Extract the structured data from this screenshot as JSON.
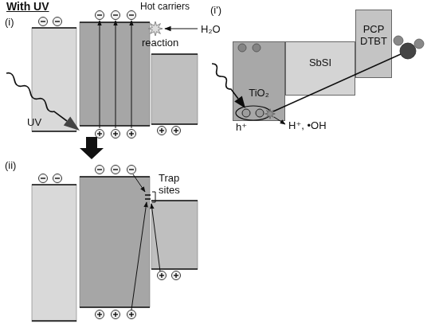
{
  "diagram": {
    "title": "With UV",
    "nodes": [
      {
        "text": [
          "TiO₂"
        ]
      },
      {
        "text": [
          "SbSI"
        ]
      },
      {
        "text": [
          "PCP DTBT"
        ]
      }
    ],
    "labels": [
      "(i)",
      "Hot carriers",
      "reaction",
      "H₂O",
      "UV",
      "(ii)",
      "Trap sites",
      "(i')",
      "h⁺",
      "H⁺, •OH"
    ]
  }
}
